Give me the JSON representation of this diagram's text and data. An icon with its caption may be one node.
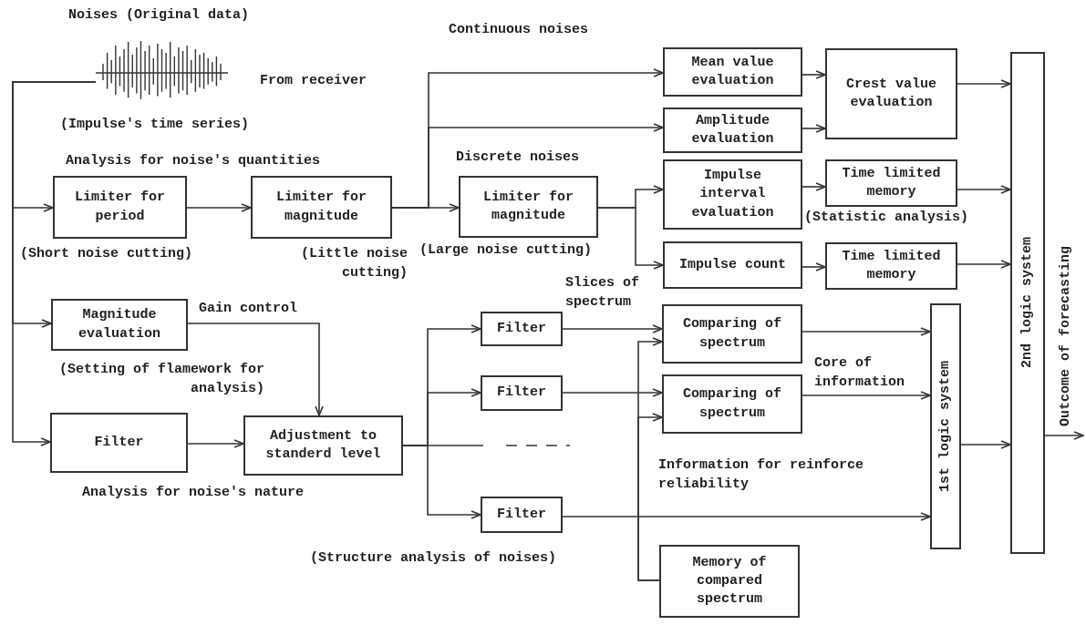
{
  "diagram": {
    "nodes": [
      {
        "text": [],
        "shape": "picture",
        "beside": [
          "From receiver"
        ]
      },
      {
        "text": [
          "Limiter for period"
        ],
        "beside": [
          "(Short noise cutting)"
        ]
      },
      {
        "text": [
          "Limiter for magnitude"
        ],
        "beside": [
          "(Little noise cutting)"
        ]
      },
      {
        "text": [
          "Mean value evaluation"
        ]
      },
      {
        "text": [
          "Amplitude evaluation"
        ]
      },
      {
        "text": [
          "Crest value evaluation"
        ]
      },
      {
        "text": [
          "Limiter for magnitude"
        ],
        "beside": [
          "(Large noise cutting)"
        ]
      },
      {
        "text": [
          "Impulse interval evaluation"
        ]
      },
      {
        "text": [
          "Time limited memory"
        ],
        "beside": [
          "(Statistic analysis)"
        ]
      },
      {
        "text": [
          "Impulse count"
        ]
      },
      {
        "text": [
          "Time limited memory"
        ]
      },
      {
        "text": [
          "Magnitude evaluation"
        ],
        "beside": [
          "(Setting of flamework for analysis)"
        ]
      },
      {
        "text": [
          "Filter"
        ]
      },
      {
        "text": [
          "Adjustment to standerd level"
        ]
      },
      {
        "text": [
          "Filter"
        ]
      },
      {
        "text": [
          "Filter"
        ]
      },
      {
        "text": [
          "Filter"
        ]
      },
      {
        "text": [
          "Comparing of spectrum"
        ]
      },
      {
        "text": [
          "Comparing of spectrum"
        ]
      },
      {
        "text": [
          "Memory of compared spectrum"
        ]
      },
      {
        "text": [
          "1st logic system"
        ]
      },
      {
        "text": [
          "2nd logic system"
        ]
      }
    ],
    "edges": [
      {
        "from": 0,
        "to": 1,
        "arrow": "to"
      },
      {
        "from": 0,
        "to": 11,
        "arrow": "to"
      },
      {
        "from": 0,
        "to": 12,
        "arrow": "to"
      },
      {
        "from": 1,
        "to": 2,
        "arrow": "to"
      },
      {
        "from": 2,
        "to": 3,
        "arrow": "to",
        "label": "Continuous noises"
      },
      {
        "from": 2,
        "to": 4,
        "arrow": "to"
      },
      {
        "from": 2,
        "to": 6,
        "arrow": "to",
        "label": "Discrete noises"
      },
      {
        "from": 3,
        "to": 5,
        "arrow": "to"
      },
      {
        "from": 4,
        "to": 5,
        "arrow": "to"
      },
      {
        "from": 6,
        "to": 7,
        "arrow": "to"
      },
      {
        "from": 6,
        "to": 9,
        "arrow": "to"
      },
      {
        "from": 7,
        "to": 8,
        "arrow": "to"
      },
      {
        "from": 9,
        "to": 10,
        "arrow": "to"
      },
      {
        "from": 5,
        "to": 21,
        "arrow": "to"
      },
      {
        "from": 8,
        "to": 21,
        "arrow": "to"
      },
      {
        "from": 10,
        "to": 21,
        "arrow": "to"
      },
      {
        "from": 11,
        "to": 13,
        "arrow": "to",
        "label": "Gain control"
      },
      {
        "from": 12,
        "to": 13,
        "arrow": "to"
      },
      {
        "from": 13,
        "to": 14,
        "arrow": "to"
      },
      {
        "from": 13,
        "to": 15,
        "arrow": "to"
      },
      {
        "from": 13,
        "to": 16,
        "arrow": "to"
      },
      {
        "from": 14,
        "to": 17,
        "arrow": "to",
        "label": "Slices of spectrum"
      },
      {
        "from": 15,
        "to": 18,
        "arrow": "to"
      },
      {
        "from": 19,
        "to": 17,
        "arrow": "to"
      },
      {
        "from": 19,
        "to": 18,
        "arrow": "to"
      },
      {
        "from": 17,
        "to": 20,
        "arrow": "to"
      },
      {
        "from": 18,
        "to": 20,
        "arrow": "to",
        "label": "Core of information"
      },
      {
        "from": 16,
        "to": 20,
        "arrow": "to",
        "label": "Information for reinforce reliability"
      },
      {
        "from": 20,
        "to": 21,
        "arrow": "to"
      },
      {
        "from": 21,
        "to": null,
        "arrow": "to",
        "label": "Outcome of forecasting"
      }
    ],
    "labels": [
      "Noises (Original data)",
      "(Impulse's time series)",
      "Analysis for noise's quantities",
      "Analysis for noise's nature",
      "(Structure analysis of noises)"
    ]
  }
}
